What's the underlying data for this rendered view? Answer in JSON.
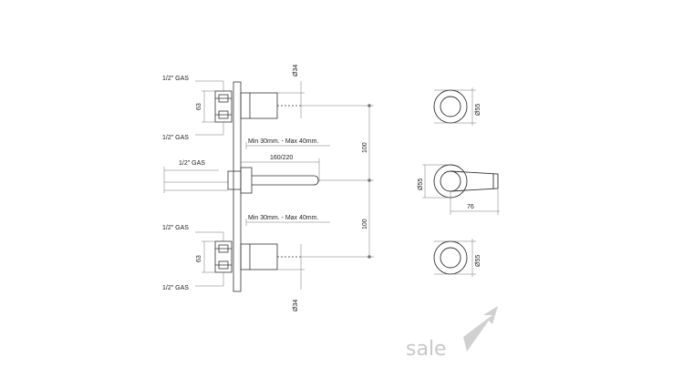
{
  "drawing": {
    "gas_top_upper": "1/2\" GAS",
    "gas_top_lower": "1/2\" GAS",
    "gas_mid": "1/2\" GAS",
    "gas_bot_upper": "1/2\" GAS",
    "gas_bot_lower": "1/2\" GAS",
    "dim_63_top": "63",
    "dim_63_bot": "63",
    "dim_34_top": "Ø34",
    "dim_34_bot": "Ø34",
    "minmax_top": "Min 30mm. - Max 40mm.",
    "minmax_bot": "Min 30mm. - Max 40mm.",
    "spout_len": "160/220",
    "dim_100_top": "100",
    "dim_100_bot": "100",
    "dim_55_top": "Ø55",
    "dim_55_mid": "Ø55",
    "dim_55_bot": "Ø55",
    "dim_76": "76"
  },
  "logo": {
    "text": "sale"
  }
}
